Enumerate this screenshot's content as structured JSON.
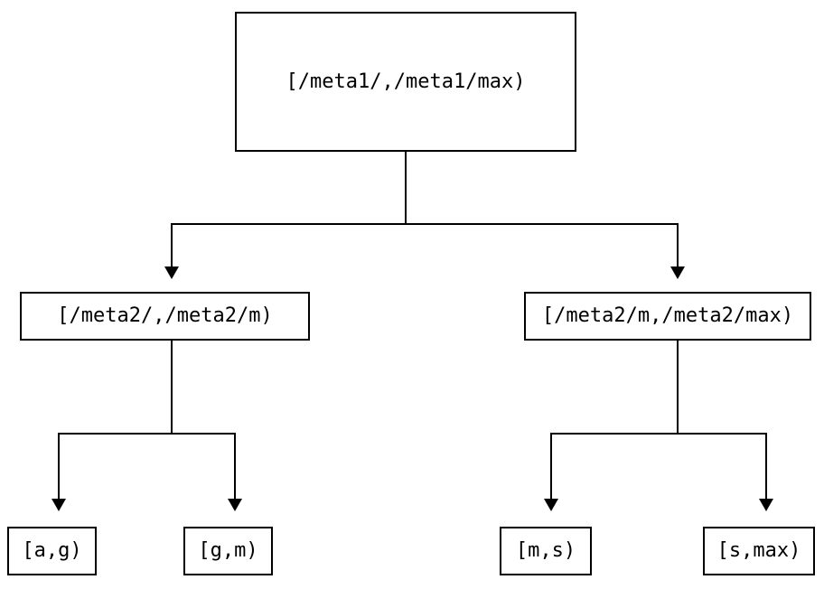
{
  "diagram": {
    "type": "tree",
    "line_color": "#000000",
    "background_color": "#ffffff",
    "root": {
      "label": "[/meta1/,/meta1/max)"
    },
    "level2": [
      {
        "label": "[/meta2/,/meta2/m)"
      },
      {
        "label": "[/meta2/m,/meta2/max)"
      }
    ],
    "leaves": [
      {
        "label": "[a,g)"
      },
      {
        "label": "[g,m)"
      },
      {
        "label": "[m,s)"
      },
      {
        "label": "[s,max)"
      }
    ]
  }
}
